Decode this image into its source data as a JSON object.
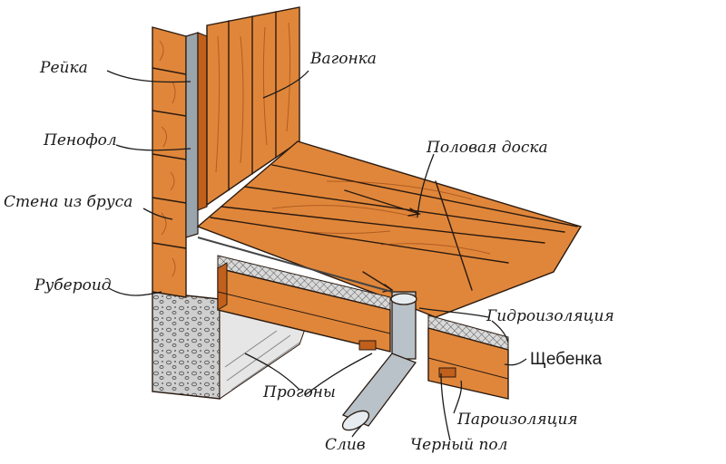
{
  "labels": {
    "reika": "Рейка",
    "vagonka": "Вагонка",
    "penofol": "Пенофол",
    "stena": "Стена из бруса",
    "poldoska": "Половая доска",
    "ruberoid": "Рубероид",
    "gidro": "Гидроизоляция",
    "shcheben": "Щебенка",
    "progony": "Прогоны",
    "paroizol": "Пароизоляция",
    "sliv": "Слив",
    "chernyi": "Черный пол"
  },
  "colors": {
    "wood": "#e0863a",
    "wood_dark": "#c0601c",
    "wood_light": "#f0a25a",
    "concrete": "#cfcfcf",
    "foil": "#9aa4ac",
    "pipe": "#b8c2c8",
    "insulation": "#bdbdbd"
  }
}
